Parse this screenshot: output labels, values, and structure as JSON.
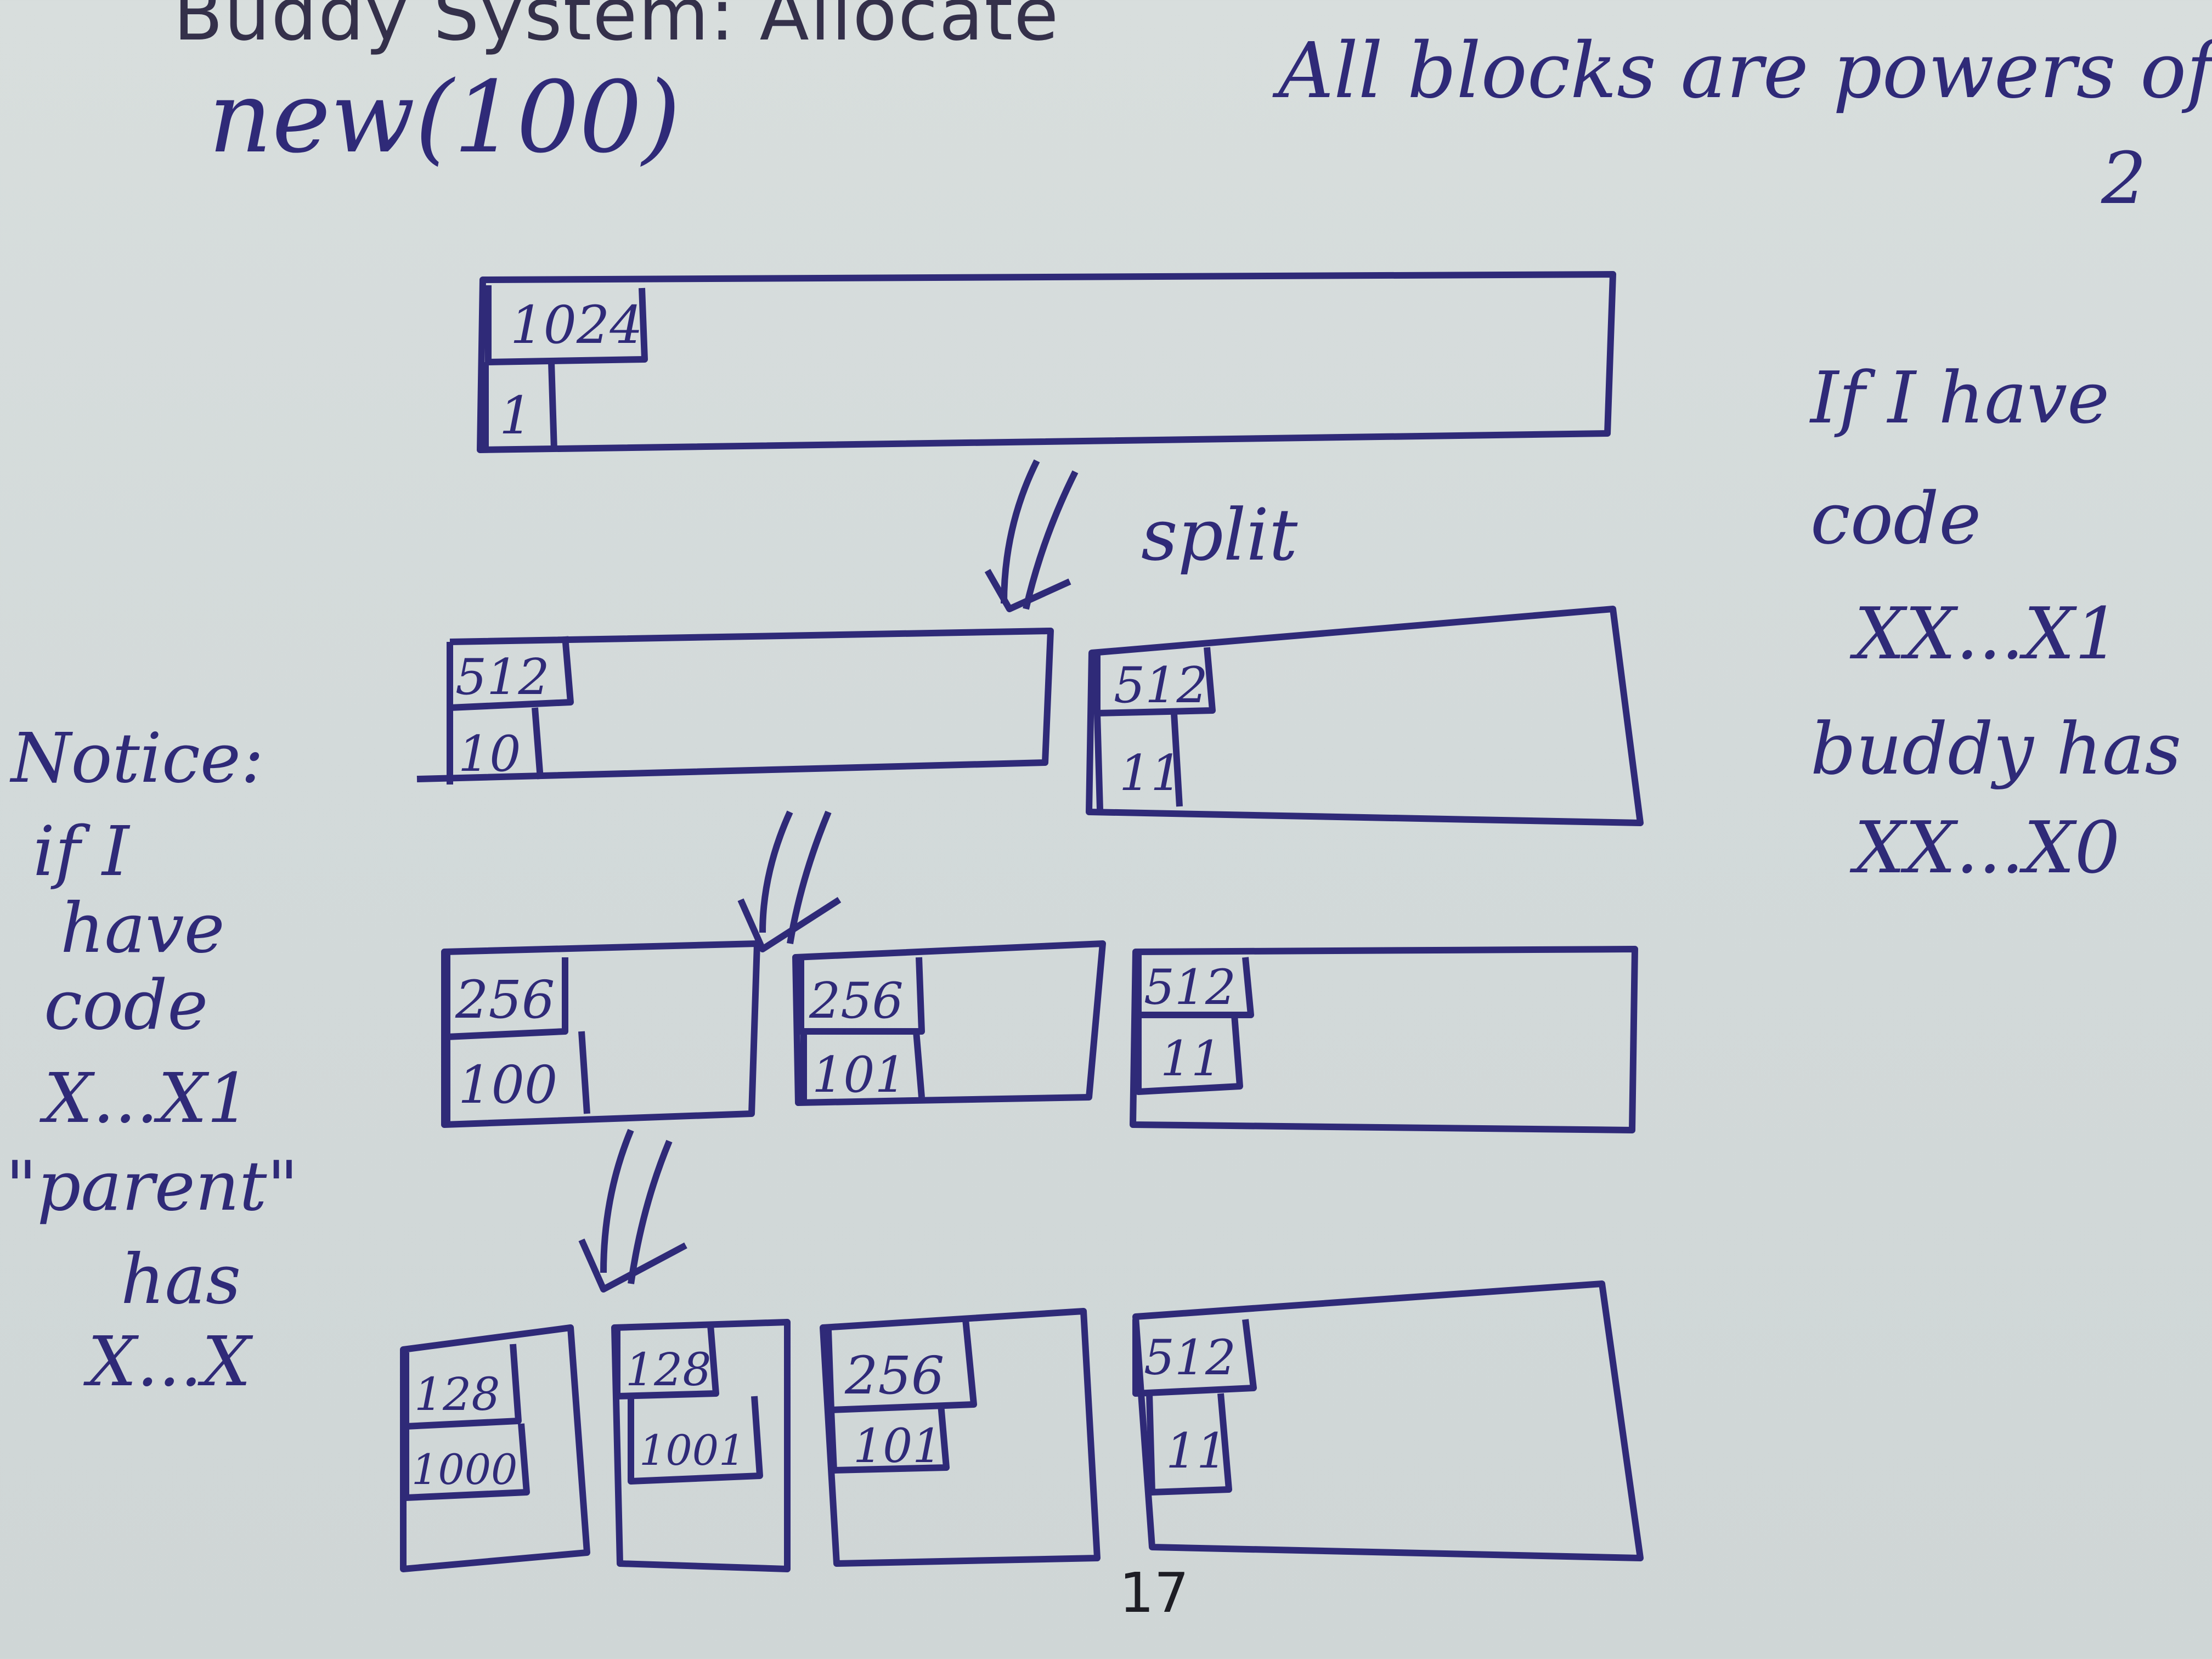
{
  "slide": {
    "title": "Buddy System: Allocate",
    "page_number": "17"
  },
  "notes": {
    "request": "new(100)",
    "powers_line1": "All blocks are powers of",
    "powers_line2": "2",
    "split_label": "split",
    "right_note": [
      "If I have",
      "code",
      "XX...X1",
      "buddy has",
      "XX...X0"
    ],
    "left_note": [
      "Notice:",
      "if I",
      "have",
      "code",
      "X...X1",
      "\"parent\"",
      "has",
      "X...X"
    ]
  },
  "diagram": {
    "levels": [
      {
        "blocks": [
          {
            "size": "1024",
            "code": "1"
          }
        ]
      },
      {
        "blocks": [
          {
            "size": "512",
            "code": "10"
          },
          {
            "size": "512",
            "code": "11"
          }
        ]
      },
      {
        "blocks": [
          {
            "size": "256",
            "code": "100"
          },
          {
            "size": "256",
            "code": "101"
          },
          {
            "size": "512",
            "code": "11"
          }
        ]
      },
      {
        "blocks": [
          {
            "size": "128",
            "code": "1000"
          },
          {
            "size": "128",
            "code": "1001"
          },
          {
            "size": "256",
            "code": "101"
          },
          {
            "size": "512",
            "code": "11"
          }
        ]
      }
    ]
  },
  "colors": {
    "ink": "#2f2a78",
    "background": "#d6dcdb",
    "title": "#34304a"
  }
}
